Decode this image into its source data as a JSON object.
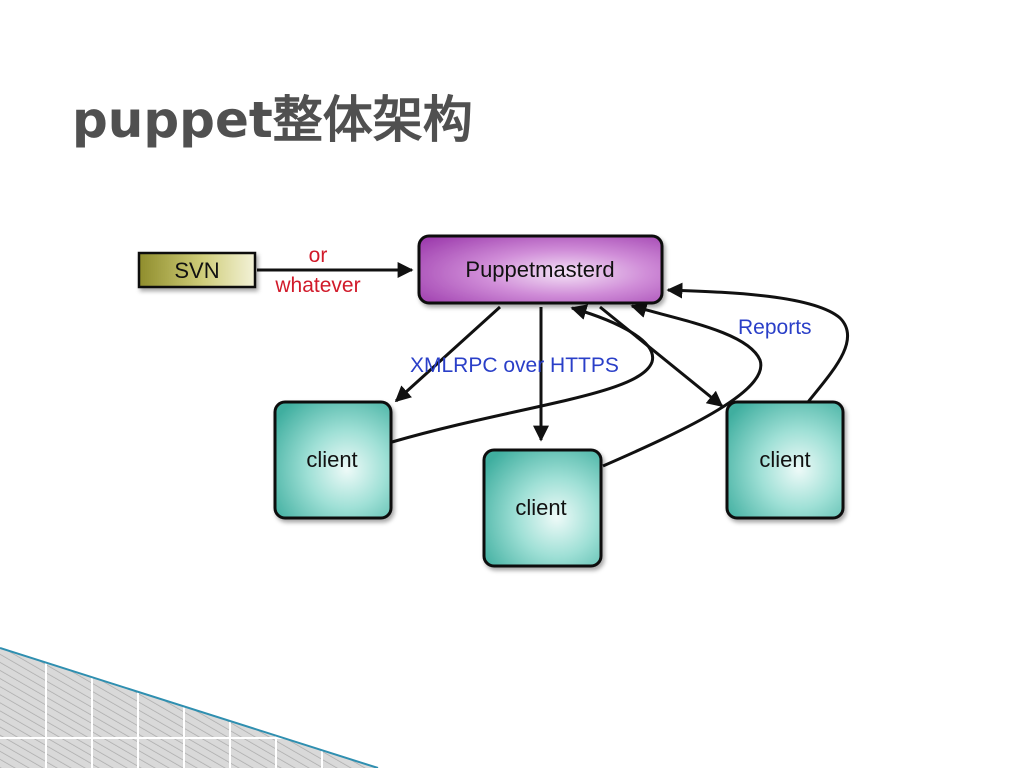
{
  "slide": {
    "title": "puppet整体架构"
  },
  "diagram": {
    "nodes": {
      "svn": "SVN",
      "master": "Puppetmasterd",
      "client_left": "client",
      "client_middle": "client",
      "client_right": "client"
    },
    "edge_labels": {
      "svn_line1": "or",
      "svn_line2": "whatever",
      "xmlrpc": "XMLRPC over HTTPS",
      "reports": "Reports"
    },
    "colors": {
      "edge_label_red": "#d11a2a",
      "edge_label_blue": "#2a3fc8",
      "master_fill": "#b65bc4",
      "client_fill": "#5cc7b8",
      "svn_fill": "#b8b64a"
    }
  }
}
